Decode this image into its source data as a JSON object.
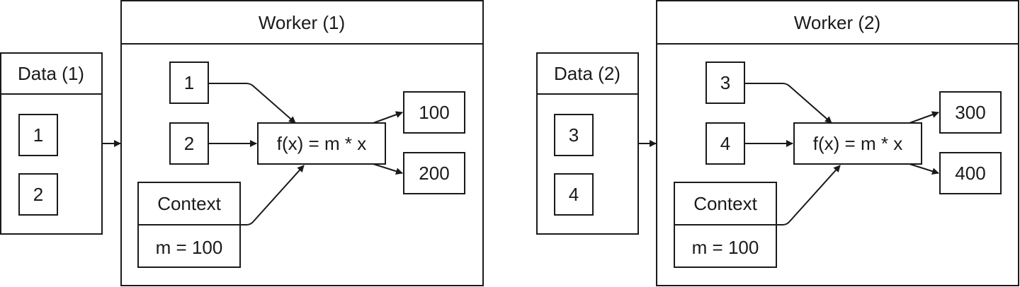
{
  "groups": [
    {
      "data_title": "Data (1)",
      "data_items": [
        "1",
        "2"
      ],
      "worker_title": "Worker (1)",
      "inputs": [
        "1",
        "2"
      ],
      "function": "f(x) = m * x",
      "context_title": "Context",
      "context_value": "m = 100",
      "outputs": [
        "100",
        "200"
      ]
    },
    {
      "data_title": "Data (2)",
      "data_items": [
        "3",
        "4"
      ],
      "worker_title": "Worker (2)",
      "inputs": [
        "3",
        "4"
      ],
      "function": "f(x) = m * x",
      "context_title": "Context",
      "context_value": "m = 100",
      "outputs": [
        "300",
        "400"
      ]
    }
  ]
}
